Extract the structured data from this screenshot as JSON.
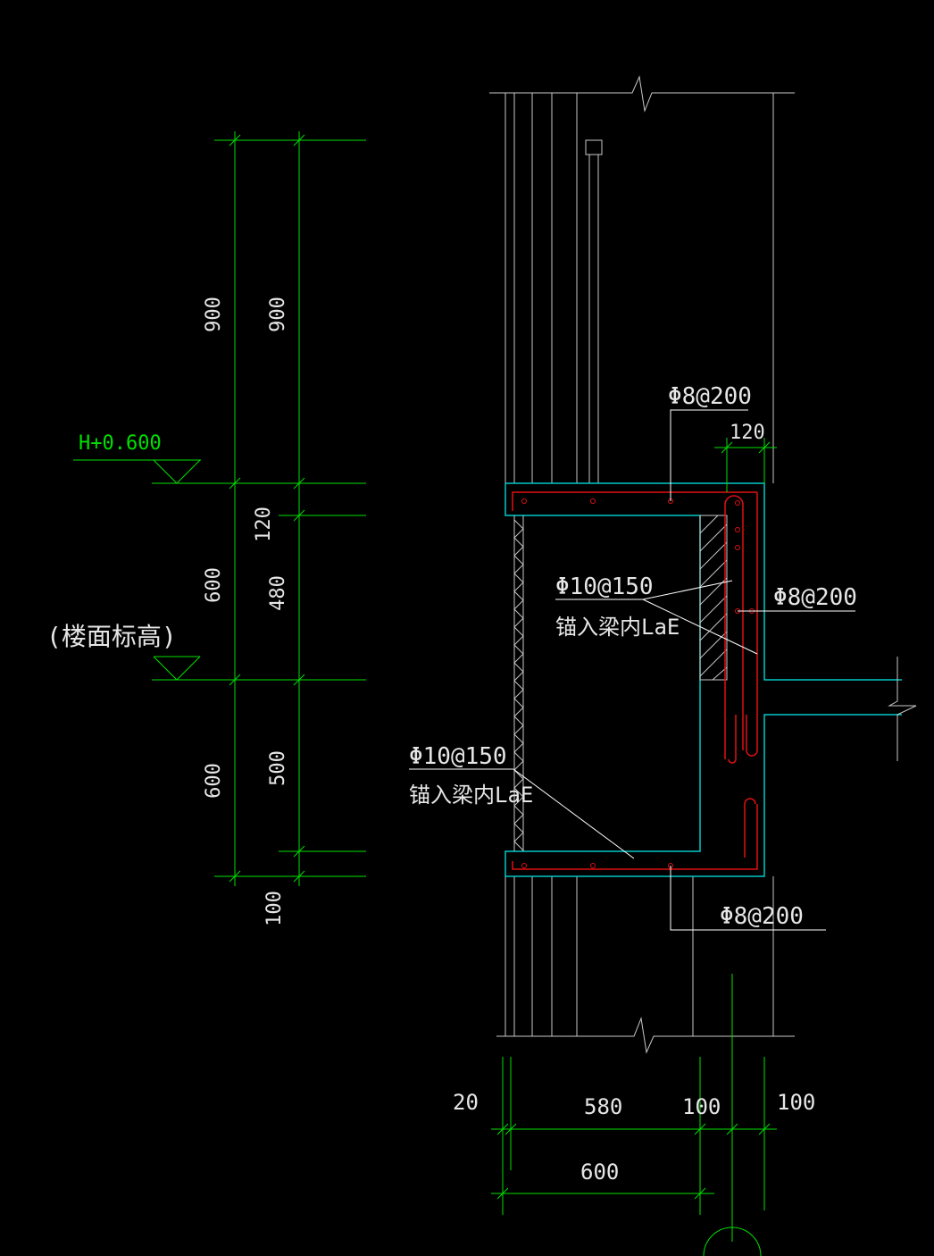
{
  "colors": {
    "background": "#000000",
    "dimension": "#00e000",
    "outline": "#00c8c8",
    "wall": "#c8c8c8",
    "rebar": "#e01010",
    "leader": "#ffffff",
    "label": "#e6e6e6"
  },
  "left_dims": {
    "outer": [
      "900",
      "600",
      "600"
    ],
    "inner": [
      "900",
      "120",
      "480",
      "500",
      "100"
    ]
  },
  "elevation_marks": {
    "upper": "H+0.600",
    "lower": "(楼面标高)"
  },
  "rebar_labels": {
    "top_slab": "Φ8@200",
    "top_width": "120",
    "right_side": "Φ8@200",
    "upper_stirrup": "Φ10@150",
    "upper_anchor": "锚入梁内LaE",
    "lower_stirrup": "Φ10@150",
    "lower_anchor": "锚入梁内LaE",
    "bottom_slab": "Φ8@200"
  },
  "bottom_dims": {
    "d20": "20",
    "d580": "580",
    "d100a": "100",
    "d100b": "100",
    "d600": "600"
  }
}
